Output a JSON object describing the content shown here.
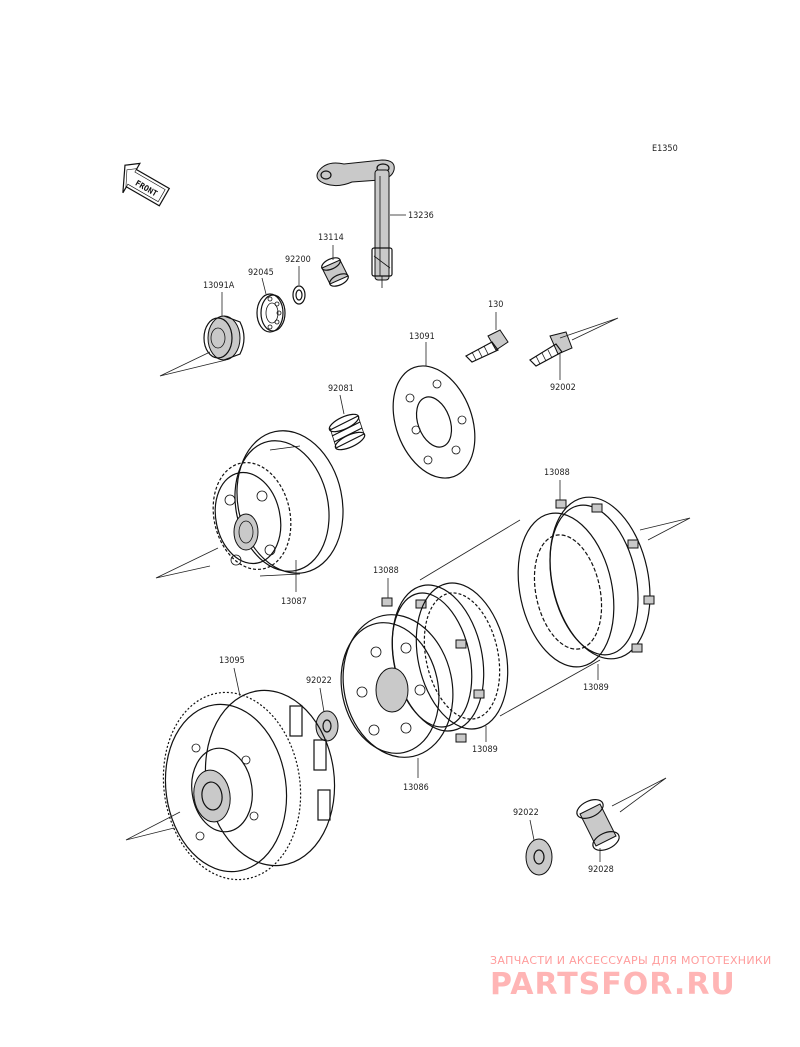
{
  "diagram_code": "E1350",
  "front_badge": "FRONT",
  "callouts": {
    "p13236": "13236",
    "p13114": "13114",
    "p92200": "92200",
    "p92045": "92045",
    "p13091A": "13091A",
    "p130": "130",
    "p13091": "13091",
    "p92002": "92002",
    "p92081": "92081",
    "p13087": "13087",
    "p13088_top": "13088",
    "p13088_mid": "13088",
    "p13089_right": "13089",
    "p13089_mid": "13089",
    "p13095": "13095",
    "p92022_mid": "92022",
    "p13086": "13086",
    "p92022_low": "92022",
    "p92028": "92028"
  },
  "watermark": {
    "line1": "ЗАПЧАСТИ И АКСЕССУАРЫ ДЛЯ МОТОТЕХНИКИ",
    "line2": "PARTSFOR.RU"
  }
}
